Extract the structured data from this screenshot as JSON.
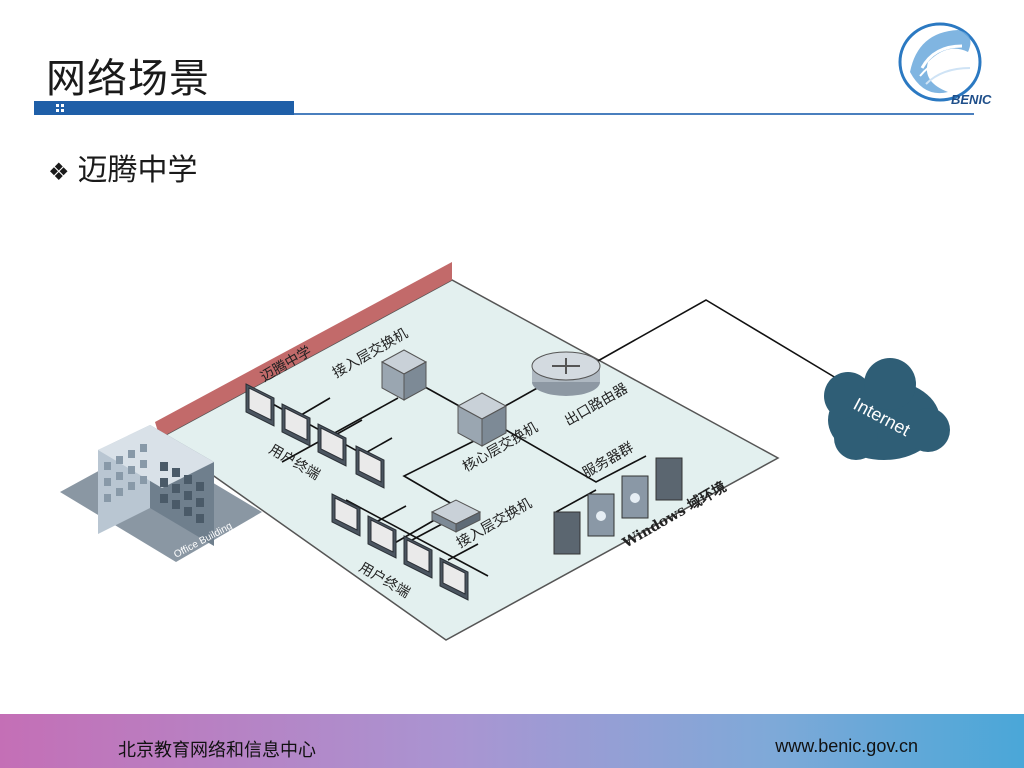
{
  "slide": {
    "title": "网络场景",
    "bullet": "迈腾中学",
    "bullet_symbol": "❖"
  },
  "logo": {
    "text": "BENIC"
  },
  "diagram": {
    "school_label": "迈腾中学",
    "building_label": "Office Building",
    "access_switch_top": "接入层交换机",
    "core_switch": "核心层交换机",
    "router": "出口路由器",
    "internet": "Internet",
    "user_terminals_top": "用户终端",
    "access_switch_bottom": "接入层交换机",
    "user_terminals_bottom": "用户终端",
    "server_group": "服务器群",
    "windows_domain": "Windows 域环境"
  },
  "footer": {
    "org": "北京教育网络和信息中心",
    "url": "www.benic.gov.cn"
  },
  "colors": {
    "title_bar": "#1f5fa8",
    "floor": "#e3f0ef",
    "wall": "#c26a6a",
    "cloud": "#2f5e76"
  }
}
